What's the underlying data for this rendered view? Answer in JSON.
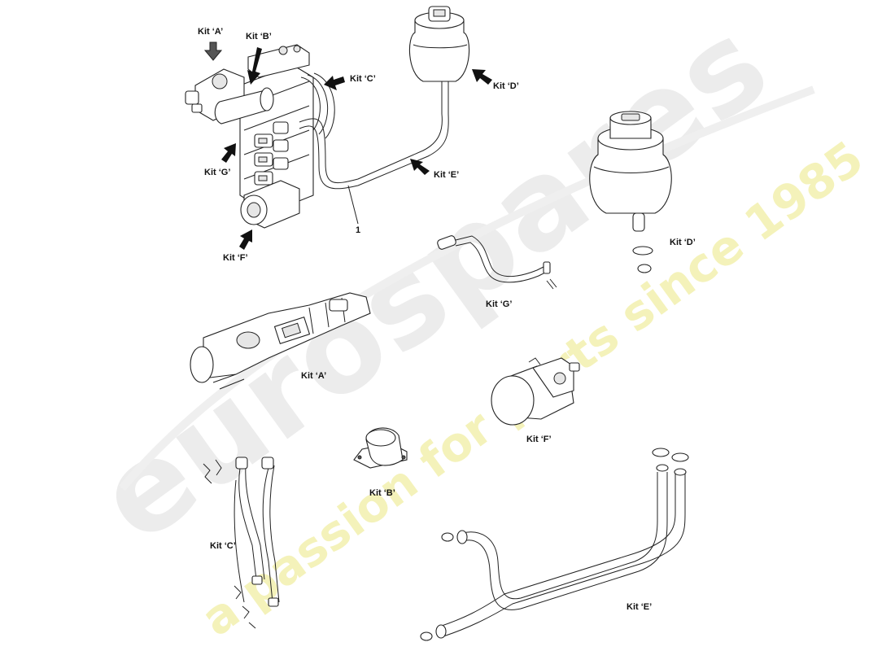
{
  "watermark": {
    "brand": "eurospares",
    "tagline": "a passion for parts since 1985",
    "brand_color": "#ececec",
    "tagline_color": "#f4f2ba"
  },
  "labels": {
    "kit_a_top": "Kit ‘A’",
    "kit_b_top": "Kit ‘B’",
    "kit_c_top": "Kit ‘C’",
    "kit_d_top": "Kit ‘D’",
    "kit_e_top": "Kit ‘E’",
    "kit_f_top": "Kit ‘F’",
    "kit_g_top": "Kit ‘G’",
    "part_1": "1",
    "kit_d_part": "Kit ‘D’",
    "kit_g_part": "Kit ‘G’",
    "kit_a_part": "Kit ‘A’",
    "kit_f_part": "Kit ‘F’",
    "kit_b_part": "Kit ‘B’",
    "kit_c_part": "Kit ‘C’",
    "kit_e_part": "Kit ‘E’"
  }
}
